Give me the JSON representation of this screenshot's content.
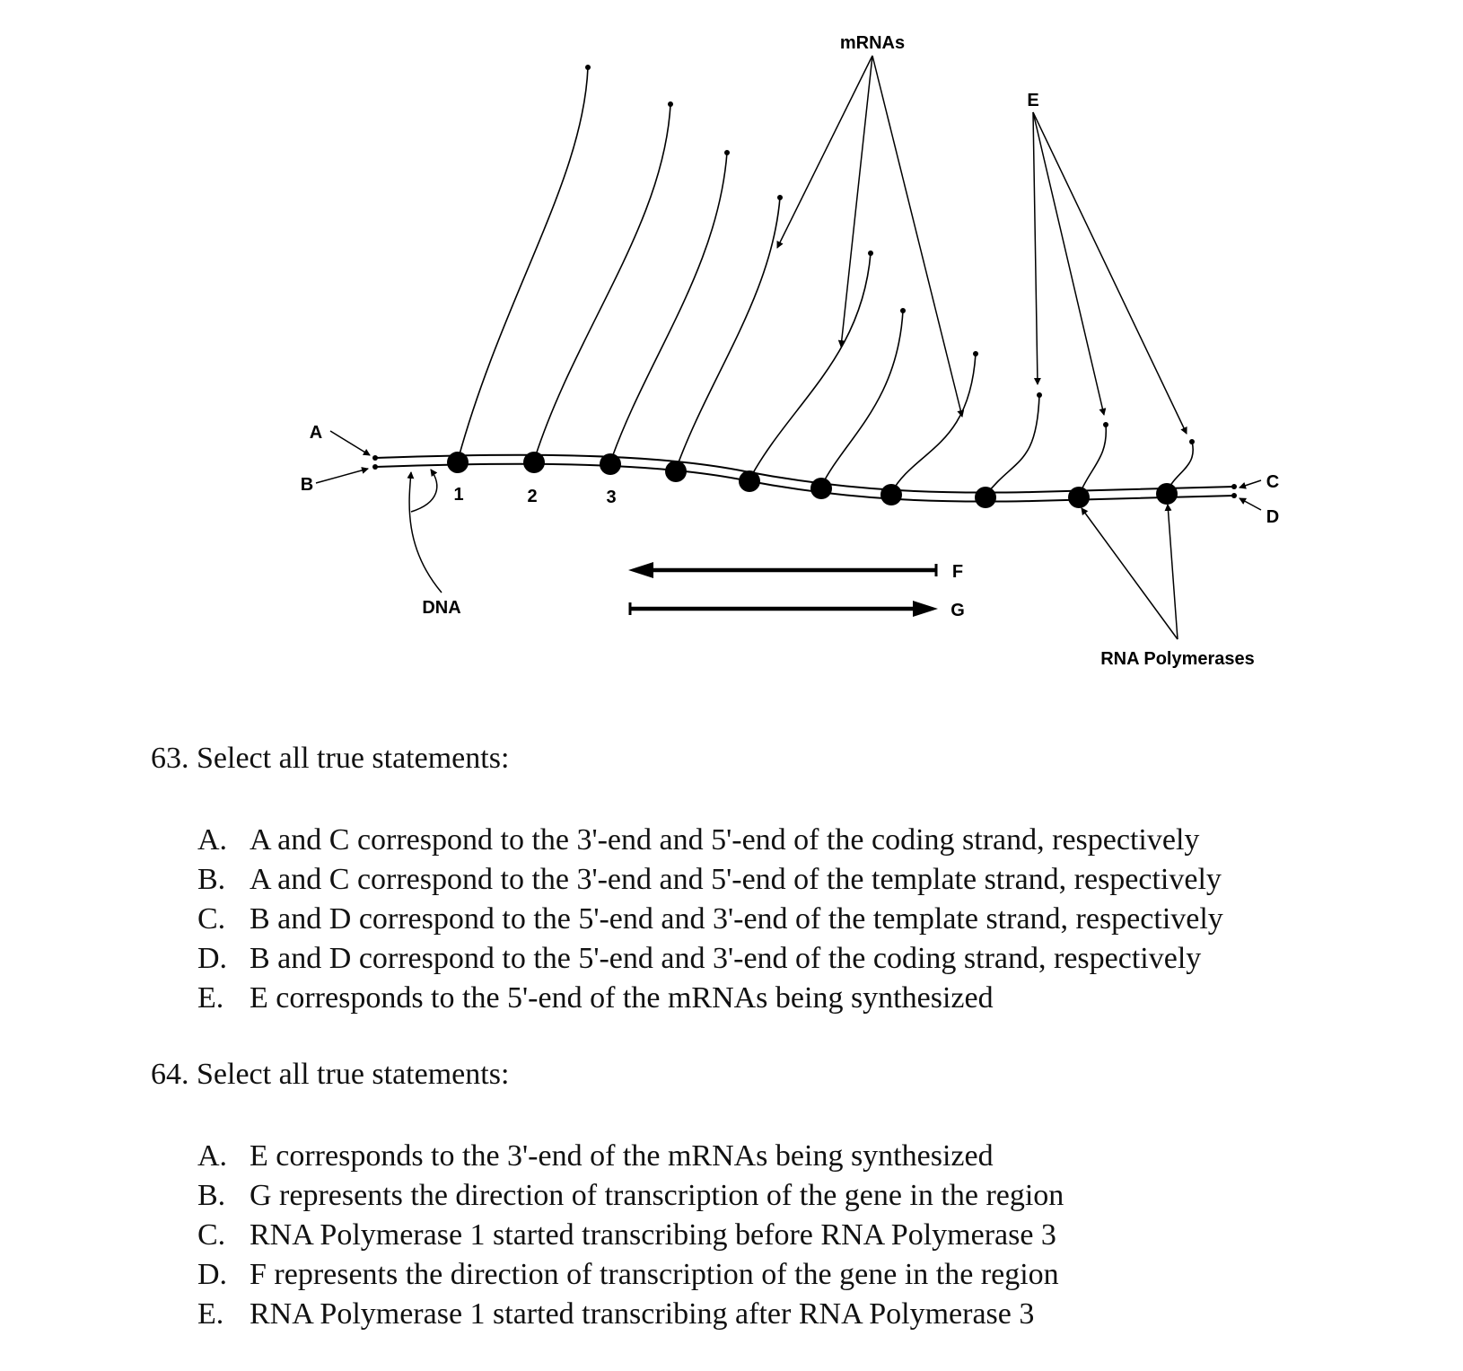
{
  "diagram": {
    "labels": {
      "mrnas": "mRNAs",
      "e": "E",
      "a": "A",
      "b": "B",
      "c": "C",
      "d": "D",
      "f": "F",
      "g": "G",
      "dna": "DNA",
      "rna_polymerases": "RNA Polymerases",
      "pol_1": "1",
      "pol_2": "2",
      "pol_3": "3"
    }
  },
  "questions": [
    {
      "title": "63. Select all true statements:",
      "options": [
        {
          "letter": "A.",
          "text": "A and C correspond to the 3'-end and 5'-end of the coding strand, respectively"
        },
        {
          "letter": "B.",
          "text": "A and C correspond to the 3'-end and 5'-end of the template strand, respectively"
        },
        {
          "letter": "C.",
          "text": "B and D correspond to the 5'-end and 3'-end of the template strand, respectively"
        },
        {
          "letter": "D.",
          "text": "B and D correspond to the 5'-end and 3'-end of the coding strand, respectively"
        },
        {
          "letter": "E.",
          "text": "E corresponds to the 5'-end of the mRNAs being synthesized"
        }
      ]
    },
    {
      "title": "64. Select all true statements:",
      "options": [
        {
          "letter": "A.",
          "text": "E corresponds to the 3'-end of the mRNAs being synthesized"
        },
        {
          "letter": "B.",
          "text": "G represents the direction of transcription of the gene in the region"
        },
        {
          "letter": "C.",
          "text": "RNA Polymerase 1 started transcribing before RNA Polymerase 3"
        },
        {
          "letter": "D.",
          "text": "F represents the direction of transcription of the gene in the region"
        },
        {
          "letter": "E.",
          "text": "RNA Polymerase 1 started transcribing after RNA Polymerase 3"
        }
      ]
    }
  ]
}
